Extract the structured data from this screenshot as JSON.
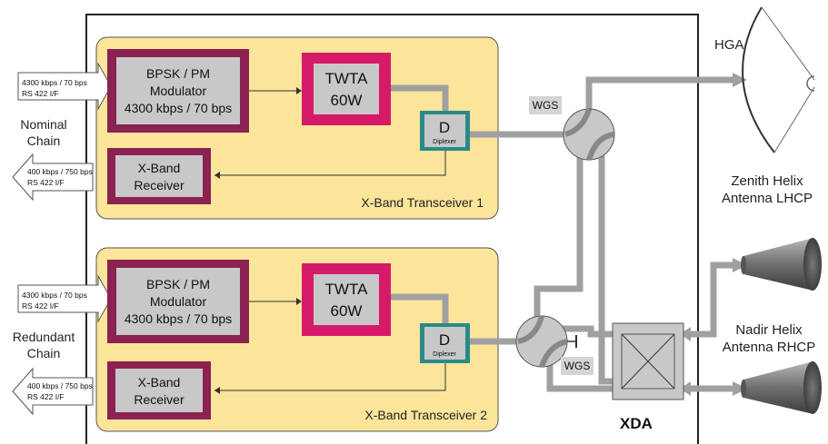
{
  "chains": [
    {
      "chain_label": [
        "Nominal",
        "Chain"
      ],
      "modulator": [
        "BPSK / PM",
        "Modulator",
        "4300 kbps / 70 bps"
      ],
      "twta": [
        "TWTA",
        "60W"
      ],
      "diplexer": {
        "letter": "D",
        "label": "Diplexer"
      },
      "receiver": [
        "X-Band",
        "Receiver"
      ],
      "transceiver_label": "X-Band Transceiver 1",
      "input_arrow": [
        "4300 kbps / 70 bps",
        "RS 422 I/F"
      ],
      "output_arrow": [
        "400 kbps / 750 bps",
        "RS 422 I/F"
      ]
    },
    {
      "chain_label": [
        "Redundant",
        "Chain"
      ],
      "modulator": [
        "BPSK / PM",
        "Modulator",
        "4300 kbps / 70 bps"
      ],
      "twta": [
        "TWTA",
        "60W"
      ],
      "diplexer": {
        "letter": "D",
        "label": "Diplexer"
      },
      "receiver": [
        "X-Band",
        "Receiver"
      ],
      "transceiver_label": "X-Band Transceiver 2",
      "input_arrow": [
        "4300 kbps / 70 bps",
        "RS 422 I/F"
      ],
      "output_arrow": [
        "400 kbps / 750 bps",
        "RS 422 I/F"
      ]
    }
  ],
  "wgs_labels": [
    "WGS",
    "WGS"
  ],
  "antennas": {
    "hga": "HGA",
    "zenith": [
      "Zenith Helix",
      "Antenna LHCP"
    ],
    "nadir": [
      "Nadir Helix",
      "Antenna RHCP"
    ]
  },
  "xda_label": "XDA",
  "colors": {
    "transceiver_fill": "#fbe59a",
    "modulator_border": "#8b2252",
    "twta_fill": "#d61a6a",
    "diplexer_fill": "#2a8a8a",
    "block_gray": "#c8c8c8",
    "waveguide": "#a0a0a0"
  }
}
